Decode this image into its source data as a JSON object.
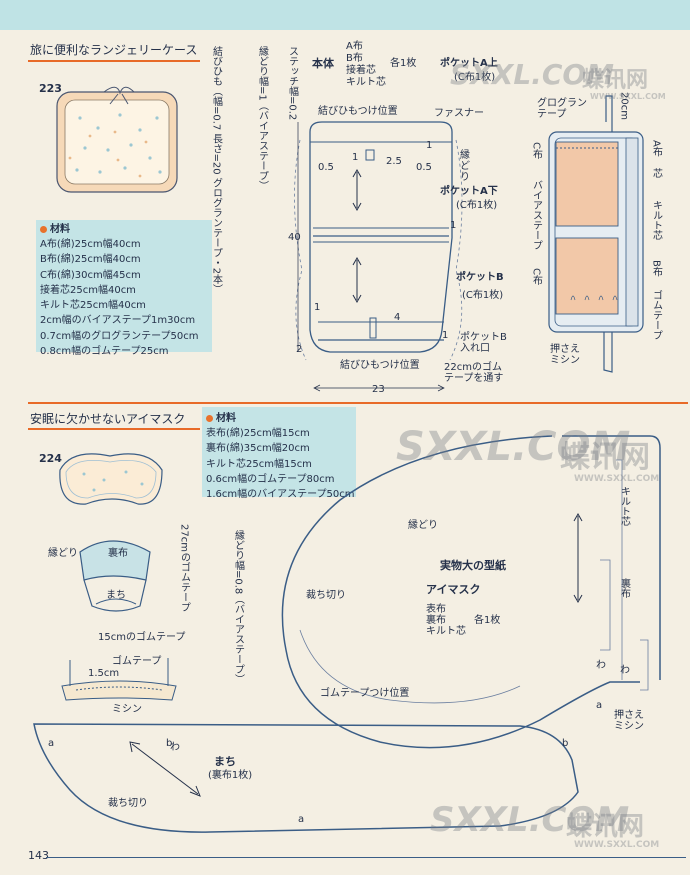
{
  "section1": {
    "title": "旅に便利なランジェリーケース",
    "number": "223",
    "materials": {
      "heading": "材料",
      "items": [
        "A布(綿)25cm幅40cm",
        "B布(綿)25cm幅40cm",
        "C布(綿)30cm幅45cm",
        "接着芯25cm幅40cm",
        "キルト芯25cm幅40cm",
        "2cm幅のバイアステープ1m30cm",
        "0.7cm幅のグログランテープ50cm",
        "0.8cm幅のゴムテープ25cm"
      ]
    },
    "vertical_notes": {
      "stitch": "ステッチ幅=0.2",
      "binding": "縁どり幅=1（バイアステープ）",
      "ribbon": "結びひも（幅=0.7 長さ=20 グログランテープ・2本）"
    },
    "body": {
      "title": "本体",
      "fabrics": [
        "A布",
        "B布",
        "接着芯",
        "キルト芯"
      ],
      "each": "各1枚",
      "tie_pos_top": "結びひもつけ位置",
      "tie_pos_bottom": "結びひもつけ位置",
      "dim_40": "40",
      "dim_23": "23",
      "dim_05_l": "0.5",
      "dim_1": "1",
      "dim_25": "2.5",
      "dim_05_r": "0.5",
      "dim_1b": "1",
      "dim_1c": "1",
      "dim_1d": "1",
      "dim_2": "2",
      "dim_4": "4",
      "dim_1e": "1"
    },
    "pocketA_top": {
      "title": "ポケットA上",
      "note": "(C布1枚)",
      "fastener": "ファスナー",
      "binding": "縁どり"
    },
    "pocketA_bottom": {
      "title": "ポケットA下",
      "note": "(C布1枚)"
    },
    "pocketB": {
      "title": "ポケットB",
      "note": "(C布1枚)",
      "mouth": "ポケットB 入れ口",
      "elastic": "22cmのゴムテープを通す"
    },
    "right_diagram": {
      "grosgrain": "グログラン テープ",
      "dim_20": "20",
      "cm": "cm",
      "c_fabric_1": "C布",
      "bias": "バイアステープ",
      "c_fabric_2": "C布",
      "a_fabric": "A布",
      "core": "芯",
      "quilt": "キルト芯",
      "b_fabric": "B布",
      "elastic": "ゴムテープ",
      "press": "押さえ ミシン"
    }
  },
  "section2": {
    "title": "安眠に欠かせないアイマスク",
    "number": "224",
    "materials": {
      "heading": "材料",
      "items": [
        "表布(綿)25cm幅15cm",
        "裏布(綿)35cm幅20cm",
        "キルト芯25cm幅15cm",
        "0.6cm幅のゴムテープ80cm",
        "1.6cm幅のバイアステープ50cm"
      ]
    },
    "left_diagram": {
      "edge": "縁どり",
      "lining": "裏布",
      "gusset": "まち",
      "elastic27": "27cmのゴムテープ",
      "binding_note": "縁どり幅=0.8（バイアステープ）",
      "elastic15": "15cmのゴムテープ",
      "elastic": "ゴムテープ",
      "dim_15": "1.5cm",
      "sewing": "ミシン"
    },
    "pattern": {
      "fullsize": "実物大の型紙",
      "item_title": "アイマスク",
      "parts": [
        "表布",
        "裏布",
        "キルト芯"
      ],
      "each": "各1枚",
      "edge": "縁どり",
      "cut_1": "裁ち切り",
      "elastic_pos": "ゴムテープつけ位置",
      "wa": "わ",
      "cut_2": "裁ち切り",
      "gusset_title": "まち",
      "gusset_note": "(裏布1枚)",
      "a1": "a",
      "b1": "b",
      "b2": "b",
      "a2": "a",
      "wa2": "わ",
      "quilt": "キルト芯",
      "lining": "裏布",
      "wa3": "わ",
      "a3": "a",
      "press": "押さえ ミシン"
    }
  },
  "page_number": "143",
  "watermark": {
    "brand": "蝶讯网",
    "url": "WWW.SXXL.COM",
    "logo": "SXXL.COM"
  },
  "colors": {
    "accent": "#e86a28",
    "teal": "#c4e4e6",
    "ink": "#25314a",
    "paper": "#f4efe3",
    "pocket": "#f2c8a8"
  }
}
